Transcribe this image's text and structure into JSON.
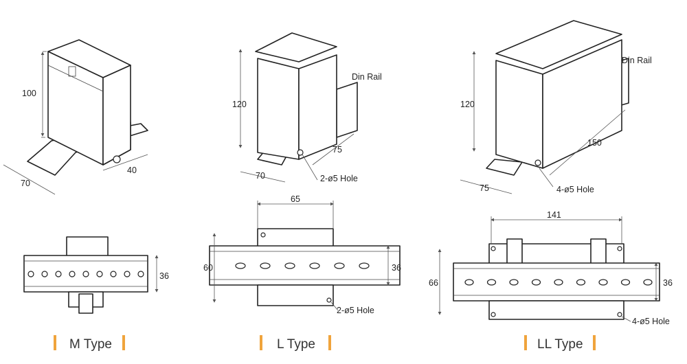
{
  "accent_color": "#f0a43c",
  "m_type": {
    "title": "M Type",
    "height": "100",
    "width": "70",
    "depth": "40",
    "rail_height": "36"
  },
  "l_type": {
    "title": "L Type",
    "height": "120",
    "din_rail": "Din Rail",
    "depth": "75",
    "width": "70",
    "hole": "2-ø5 Hole",
    "front_width": "65",
    "front_height": "60",
    "rail_height": "36",
    "front_hole": "2-ø5 Hole"
  },
  "ll_type": {
    "title": "LL Type",
    "height": "120",
    "din_rail": "Din Rail",
    "length": "150",
    "width": "75",
    "hole": "4-ø5 Hole",
    "front_width": "141",
    "front_height": "66",
    "rail_height": "36",
    "front_hole": "4-ø5 Hole"
  }
}
